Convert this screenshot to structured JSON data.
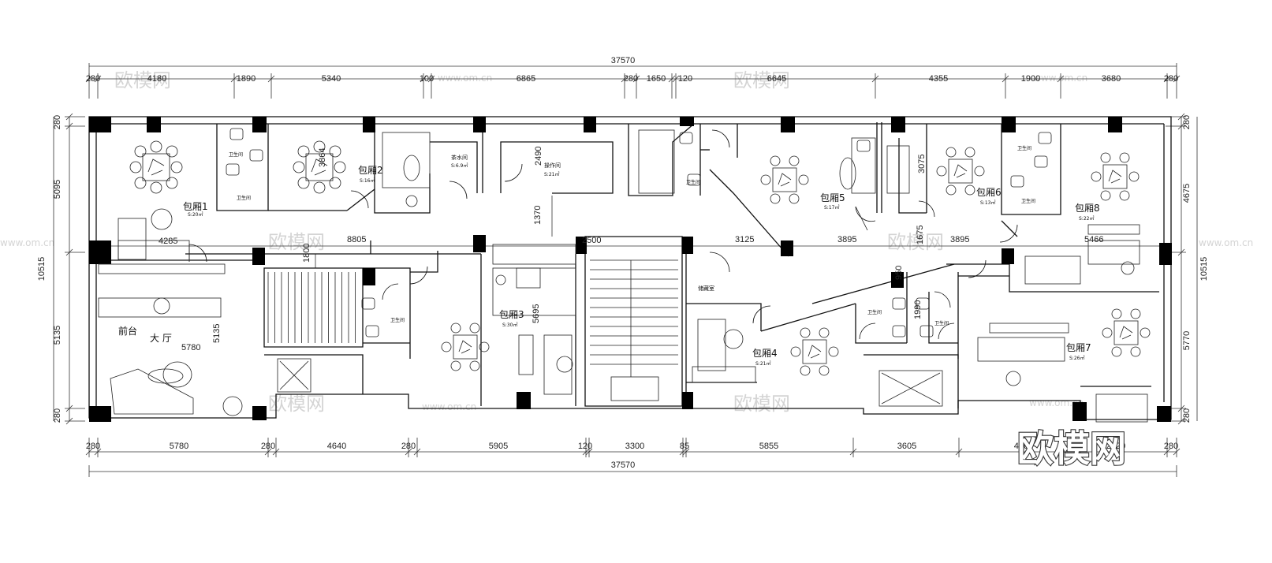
{
  "plan": {
    "total_top": "37570",
    "total_bottom": "37570",
    "top_dims": [
      "280",
      "4180",
      "1890",
      "5340",
      "100",
      "6865",
      "280",
      "1650",
      "120",
      "6645",
      "4355",
      "1900",
      "3680",
      "280"
    ],
    "bottom_dims": [
      "280",
      "5780",
      "280",
      "4640",
      "280",
      "5905",
      "120",
      "3300",
      "85",
      "5855",
      "3605",
      "4200",
      "2920",
      "280"
    ],
    "left_dims": [
      "280",
      "5095",
      "10515",
      "5135",
      "280"
    ],
    "right_dims": [
      "280",
      "4675",
      "10515",
      "5770",
      "280"
    ],
    "inner_dims": [
      "4285",
      "8805",
      "2500",
      "3125",
      "3895",
      "1675",
      "3895",
      "5466",
      "1800",
      "1370",
      "2490",
      "3864",
      "5135",
      "5780",
      "5695",
      "3075",
      "950",
      "1990"
    ],
    "rooms": [
      {
        "name": "包厢1",
        "area": "S:20㎡"
      },
      {
        "name": "包厢2",
        "area": "S:16㎡"
      },
      {
        "name": "茶水间",
        "area": "S:6.9㎡"
      },
      {
        "name": "操作间",
        "area": "S:21㎡"
      },
      {
        "name": "包厢5",
        "area": "S:17㎡"
      },
      {
        "name": "包厢6",
        "area": "S:13㎡"
      },
      {
        "name": "包厢8",
        "area": "S:22㎡"
      },
      {
        "name": "包厢3",
        "area": "S:30㎡"
      },
      {
        "name": "包厢4",
        "area": "S:21㎡"
      },
      {
        "name": "包厢7",
        "area": "S:26㎡"
      },
      {
        "name": "前台",
        "area": ""
      },
      {
        "name": "大 厅",
        "area": ""
      },
      {
        "name": "储藏室",
        "area": ""
      }
    ],
    "restroom_label": "卫生间",
    "watermark_text": "欧模网",
    "watermark_url": "www.om.cn",
    "brand": "欧模网"
  }
}
